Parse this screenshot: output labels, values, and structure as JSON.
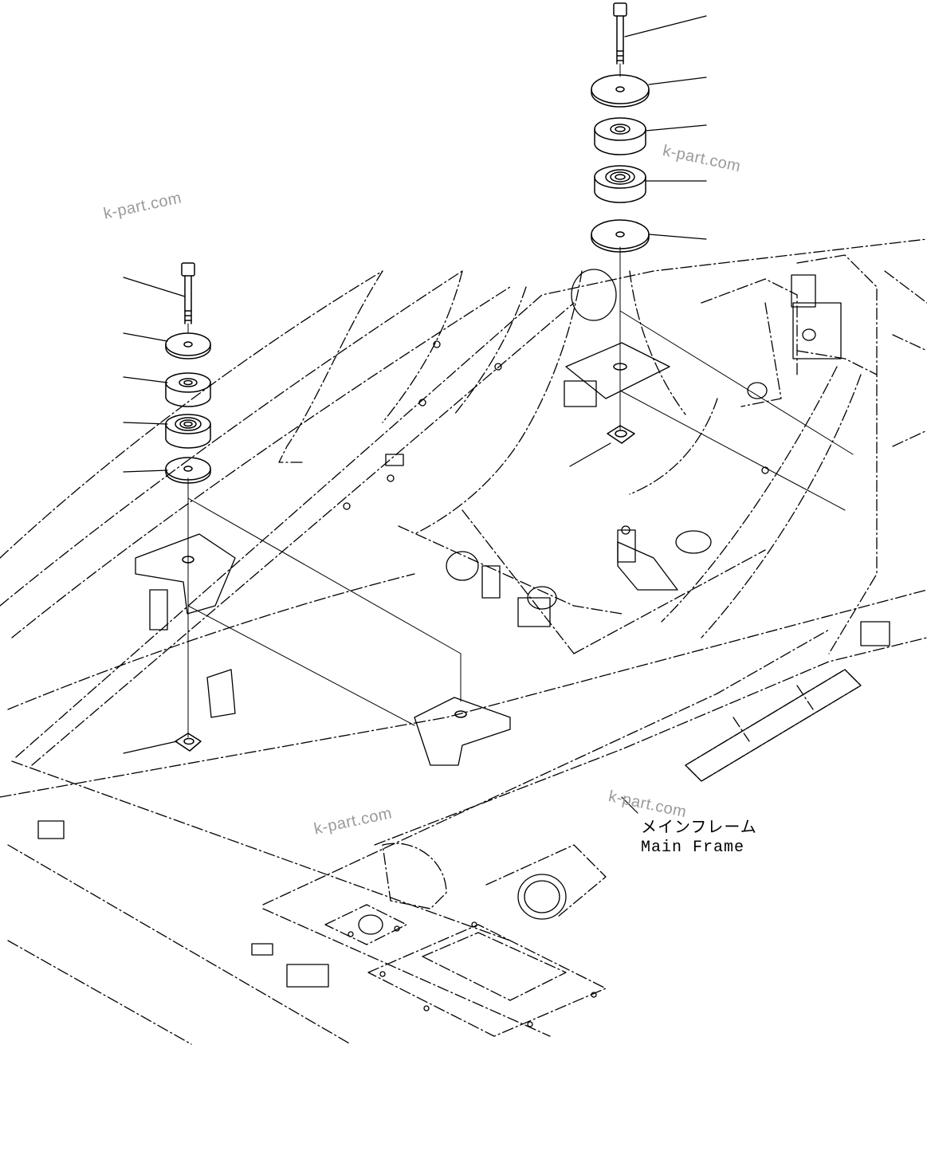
{
  "labels": {
    "main_frame_jp": "メインフレーム",
    "main_frame_en": "Main Frame"
  },
  "watermarks": [
    "k-part.com",
    "k-part.com",
    "k-part.com",
    "k-part.com"
  ],
  "colors": {
    "line": "#000000",
    "watermark": "#9a9a9a",
    "background": "#ffffff"
  },
  "icons": {
    "bolt": "hex-bolt-icon",
    "washer": "flat-washer-icon",
    "cushion": "rubber-cushion-icon",
    "nut": "square-nut-icon"
  }
}
